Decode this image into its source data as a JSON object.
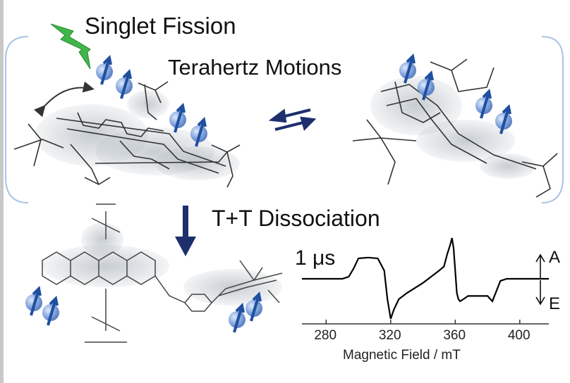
{
  "labels": {
    "singlet_fission": "Singlet Fission",
    "terahertz_motions": "Terahertz Motions",
    "tt_dissociation": "T+T Dissociation",
    "epr_time": "1 μs",
    "absorption": "A",
    "emission": "E",
    "x_axis_label": "Magnetic Field / mT"
  },
  "colors": {
    "lightning": "#3fb54a",
    "spin_ball": "#7aa0dc",
    "spin_arrow": "#1f4fa0",
    "arrows": "#1e2f6e",
    "bracket": "#a9c4e4",
    "molecule": "#333333",
    "cloud": "#9aa4ae"
  },
  "chart_data": {
    "type": "line",
    "xlabel": "Magnetic Field / mT",
    "ylabel": "",
    "xlim": [
      265,
      418
    ],
    "xticks": [
      280,
      320,
      360,
      400
    ],
    "ylim": [
      -1.1,
      1.1
    ],
    "annotations": [
      "1 μs",
      "A",
      "E"
    ],
    "series": [
      {
        "x": [
          265,
          290,
          294,
          297,
          300,
          306,
          312,
          316,
          318,
          320,
          322,
          325,
          330,
          340,
          345,
          350,
          353,
          355,
          357,
          358,
          359,
          360,
          361,
          362,
          363,
          365,
          368,
          372,
          376,
          380,
          383,
          385,
          388,
          392,
          400,
          410,
          418
        ],
        "y": [
          0,
          0,
          0.05,
          0.25,
          0.5,
          0.52,
          0.5,
          0.2,
          -0.5,
          -0.98,
          -0.75,
          -0.5,
          -0.35,
          -0.1,
          0.05,
          0.2,
          0.3,
          0.6,
          0.85,
          1.0,
          0.75,
          0.2,
          -0.35,
          -0.5,
          -0.55,
          -0.5,
          -0.42,
          -0.42,
          -0.42,
          -0.42,
          -0.55,
          -0.35,
          -0.05,
          0,
          0,
          0,
          0
        ]
      }
    ]
  }
}
